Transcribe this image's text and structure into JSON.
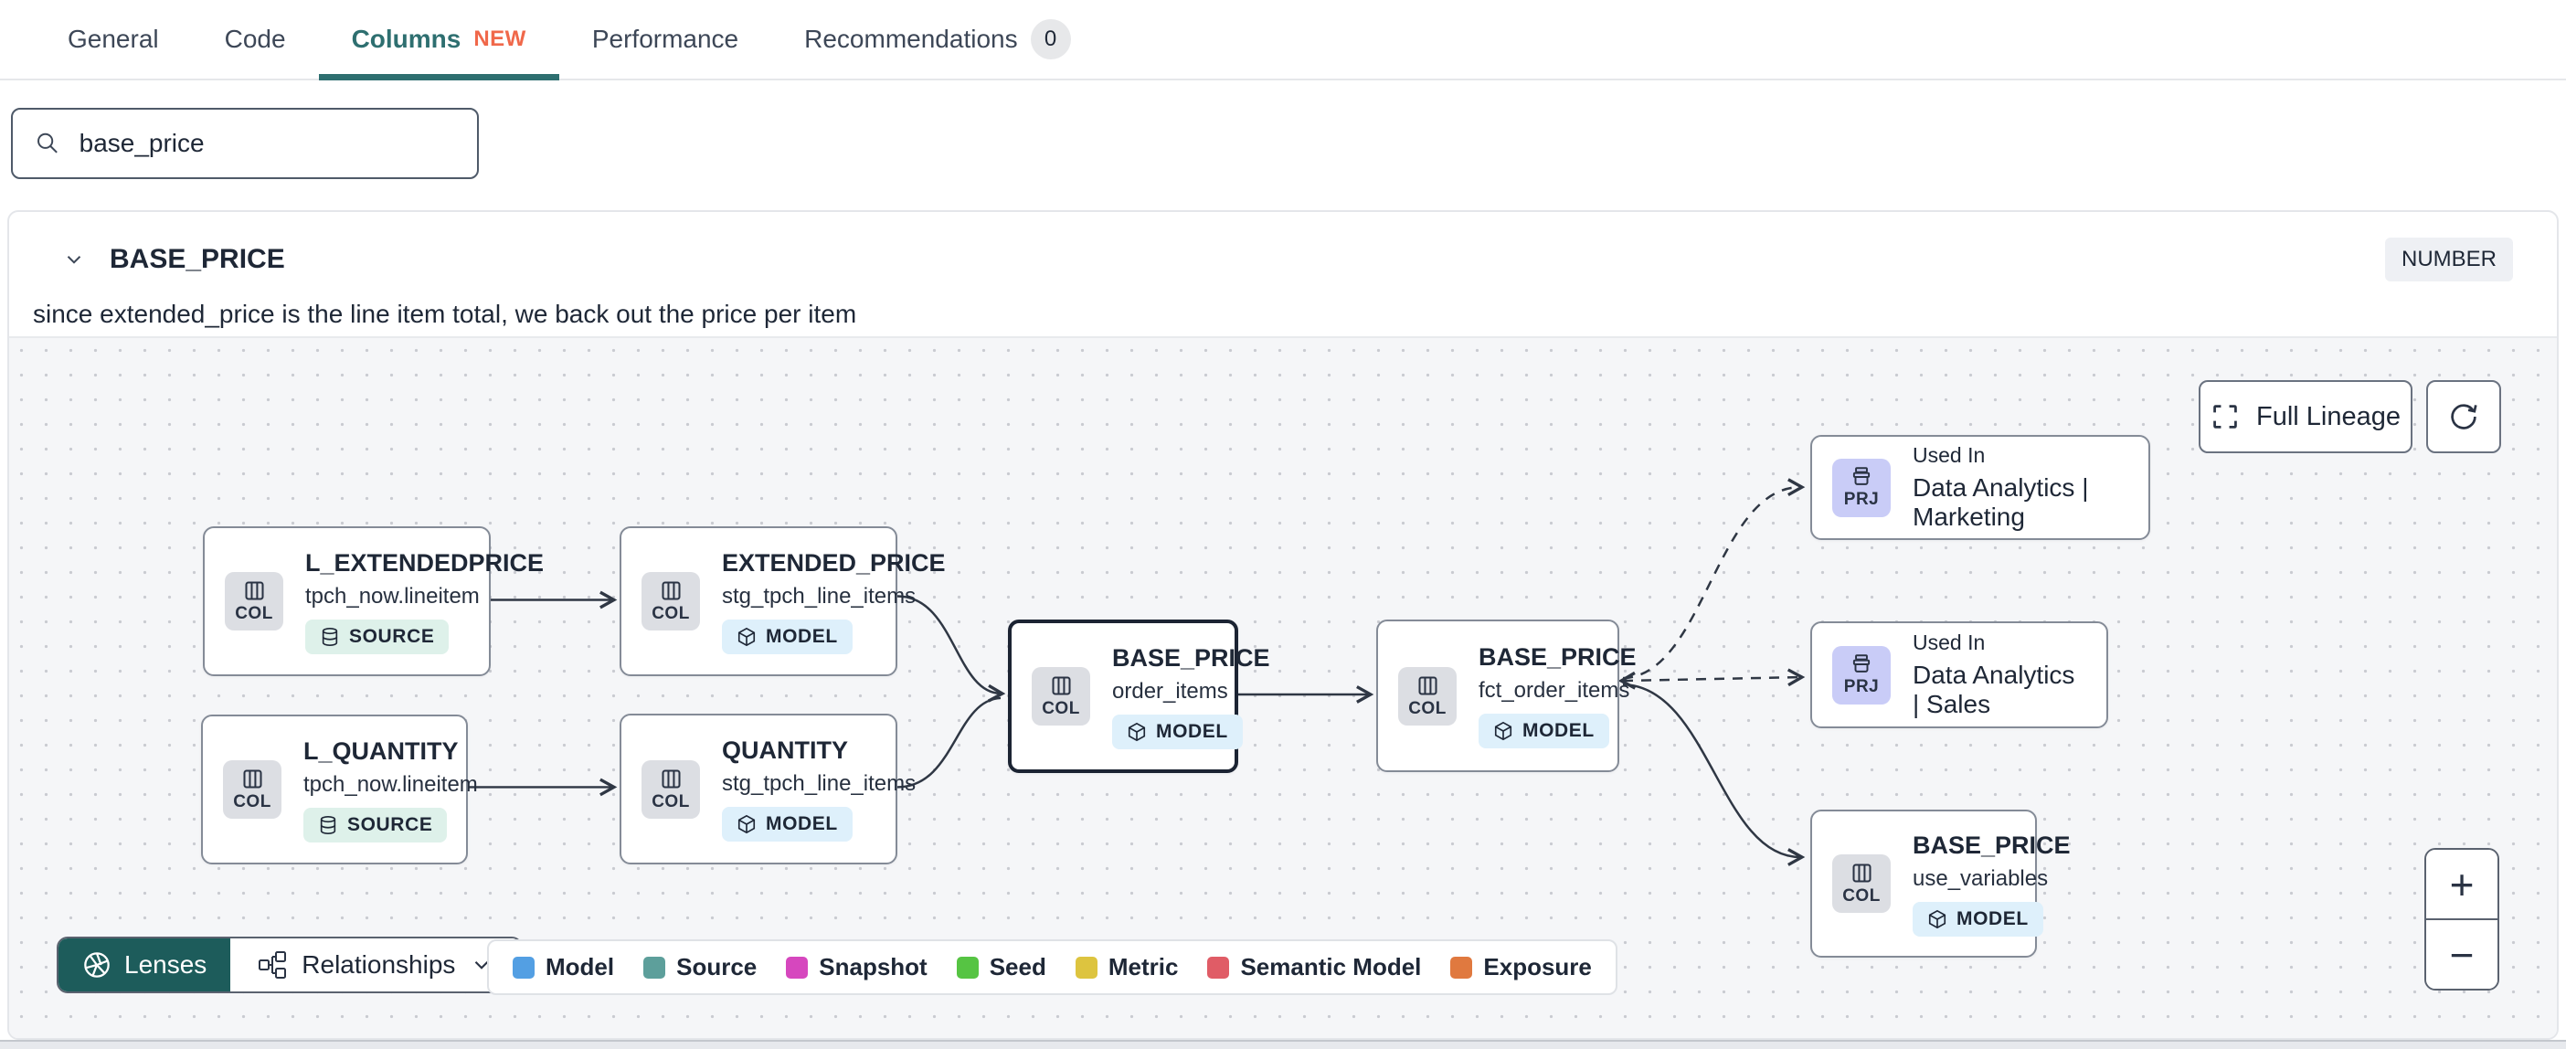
{
  "tabs": [
    {
      "label": "General"
    },
    {
      "label": "Code"
    },
    {
      "label": "Columns",
      "badge": "NEW"
    },
    {
      "label": "Performance"
    },
    {
      "label": "Recommendations",
      "count": "0"
    }
  ],
  "search": {
    "value": "base_price"
  },
  "column": {
    "name": "BASE_PRICE",
    "type": "NUMBER",
    "description": "since extended_price is the line item total, we back out the price per item"
  },
  "lineage": {
    "full_lineage_label": "Full Lineage",
    "zoom_in": "+",
    "zoom_out": "−",
    "nodes": [
      {
        "title": "L_EXTENDEDPRICE",
        "subtitle": "tpch_now.lineitem",
        "icon": "COL",
        "badge": "SOURCE"
      },
      {
        "title": "EXTENDED_PRICE",
        "subtitle": "stg_tpch_line_items",
        "icon": "COL",
        "badge": "MODEL"
      },
      {
        "title": "L_QUANTITY",
        "subtitle": "tpch_now.lineitem",
        "icon": "COL",
        "badge": "SOURCE"
      },
      {
        "title": "QUANTITY",
        "subtitle": "stg_tpch_line_items",
        "icon": "COL",
        "badge": "MODEL"
      },
      {
        "title": "BASE_PRICE",
        "subtitle": "order_items",
        "icon": "COL",
        "badge": "MODEL",
        "selected": true
      },
      {
        "title": "BASE_PRICE",
        "subtitle": "fct_order_items",
        "icon": "COL",
        "badge": "MODEL"
      },
      {
        "overline": "Used In",
        "title": "Data Analytics | Marketing",
        "icon": "PRJ"
      },
      {
        "overline": "Used In",
        "title": "Data Analytics | Sales",
        "icon": "PRJ"
      },
      {
        "title": "BASE_PRICE",
        "subtitle": "use_variables",
        "icon": "COL",
        "badge": "MODEL"
      }
    ],
    "toolbar": {
      "lenses": "Lenses",
      "relationships": "Relationships"
    },
    "legend": [
      {
        "label": "Model",
        "color": "#539fe3"
      },
      {
        "label": "Source",
        "color": "#5d9f9b"
      },
      {
        "label": "Snapshot",
        "color": "#d647be"
      },
      {
        "label": "Seed",
        "color": "#56c443"
      },
      {
        "label": "Metric",
        "color": "#ddc43f"
      },
      {
        "label": "Semantic Model",
        "color": "#e05c66"
      },
      {
        "label": "Exposure",
        "color": "#e0793f"
      }
    ]
  }
}
